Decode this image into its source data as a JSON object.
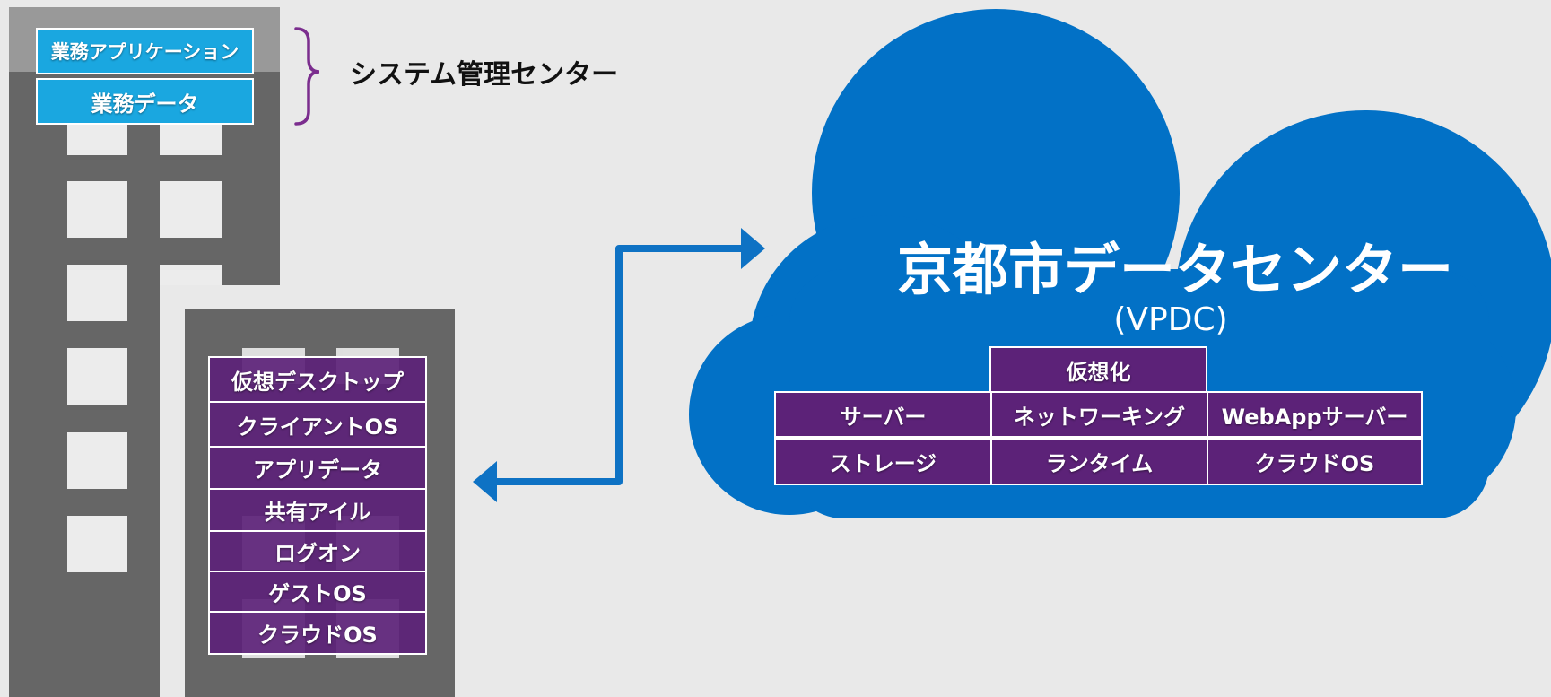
{
  "colors": {
    "background": "#e9e9e9",
    "building": "#666666",
    "building_top": "#999999",
    "window": "#ececec",
    "cyan_box": "#1aa7e0",
    "purple_box": "#5c2278",
    "cloud": "#0271c6",
    "arrow": "#0e72c4",
    "bracket": "#7b2d8e"
  },
  "building_left": {
    "layers": [
      "業務アプリケーション",
      "業務データ"
    ]
  },
  "bracket_label": "システム管理センター",
  "building_right": {
    "stack": [
      "仮想デスクトップ",
      "クライアントOS",
      "アプリデータ",
      "共有アイル",
      "ログオン",
      "ゲストOS",
      "クラウドOS"
    ]
  },
  "cloud": {
    "title": "京都市データセンター",
    "subtitle": "(VPDC)",
    "top_cell": "仮想化",
    "grid": [
      [
        "サーバー",
        "ネットワーキング",
        "WebAppサーバー"
      ],
      [
        "ストレージ",
        "ランタイム",
        "クラウドOS"
      ]
    ]
  },
  "icons": [
    "bidirectional-arrow-icon",
    "curly-brace-icon",
    "cloud-shape-icon"
  ]
}
